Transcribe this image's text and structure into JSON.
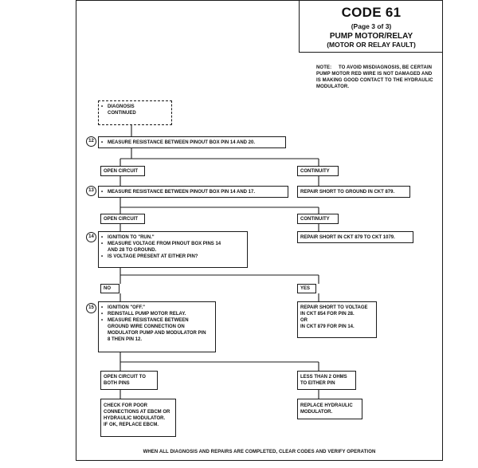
{
  "header": {
    "code": "CODE 61",
    "page": "(Page 3 of 3)",
    "title": "PUMP MOTOR/RELAY",
    "subtitle": "(MOTOR OR RELAY FAULT)"
  },
  "note": {
    "label": "NOTE:",
    "text": "TO AVOID MISDIAGNOSIS, BE CERTAIN PUMP MOTOR RED WIRE IS NOT DAMAGED AND IS MAKING GOOD CONTACT TO THE HYDRAULIC MODULATOR."
  },
  "start": {
    "bullet": "•",
    "lines": [
      "DIAGNOSIS",
      "CONTINUED"
    ]
  },
  "steps": [
    {
      "num": "12",
      "items": [
        "MEASURE RESISTANCE BETWEEN PINOUT BOX PIN 14 AND 20."
      ]
    },
    {
      "num": "13",
      "items": [
        "MEASURE RESISTANCE BETWEEN PINOUT BOX PIN 14 AND 17."
      ]
    },
    {
      "num": "14",
      "items": [
        "IGNITION TO \"RUN.\"",
        "MEASURE VOLTAGE FROM PINOUT BOX PINS 14 AND 28 TO GROUND.",
        "IS VOLTAGE PRESENT AT EITHER PIN?"
      ]
    },
    {
      "num": "15",
      "items": [
        "IGNITION \"OFF.\"",
        "REINSTALL PUMP MOTOR RELAY.",
        "MEASURE RESISTANCE BETWEEN GROUND WIRE CONNECTION ON MODULATOR PUMP AND MODULATOR PIN 8 THEN PIN 12."
      ]
    }
  ],
  "branches": {
    "b1_left": "OPEN CIRCUIT",
    "b1_right": "CONTINUITY",
    "b2_left": "OPEN CIRCUIT",
    "b2_right": "CONTINUITY",
    "b3_left": "NO",
    "b3_right": "YES",
    "b4_left": [
      "OPEN CIRCUIT TO",
      "BOTH PINS"
    ],
    "b4_right": [
      "LESS THAN 2 OHMS",
      "TO EITHER PIN"
    ]
  },
  "results": {
    "r1": "REPAIR SHORT TO GROUND IN CKT 879.",
    "r2": "REPAIR SHORT IN CKT 879 TO CKT 1079.",
    "r3": [
      "REPAIR SHORT TO VOLTAGE",
      "IN CKT 854 FOR PIN 28.",
      "OR",
      "IN CKT 879 FOR PIN 14."
    ],
    "r4": [
      "CHECK FOR POOR",
      "CONNECTIONS AT EBCM OR",
      "HYDRAULIC MODULATOR.",
      "IF OK, REPLACE EBCM."
    ],
    "r5": [
      "REPLACE HYDRAULIC",
      "MODULATOR."
    ]
  },
  "footer": "WHEN ALL DIAGNOSIS AND REPAIRS ARE COMPLETED, CLEAR CODES AND VERIFY OPERATION",
  "colors": {
    "ink": "#1a1a1a",
    "paper": "#ffffff"
  }
}
